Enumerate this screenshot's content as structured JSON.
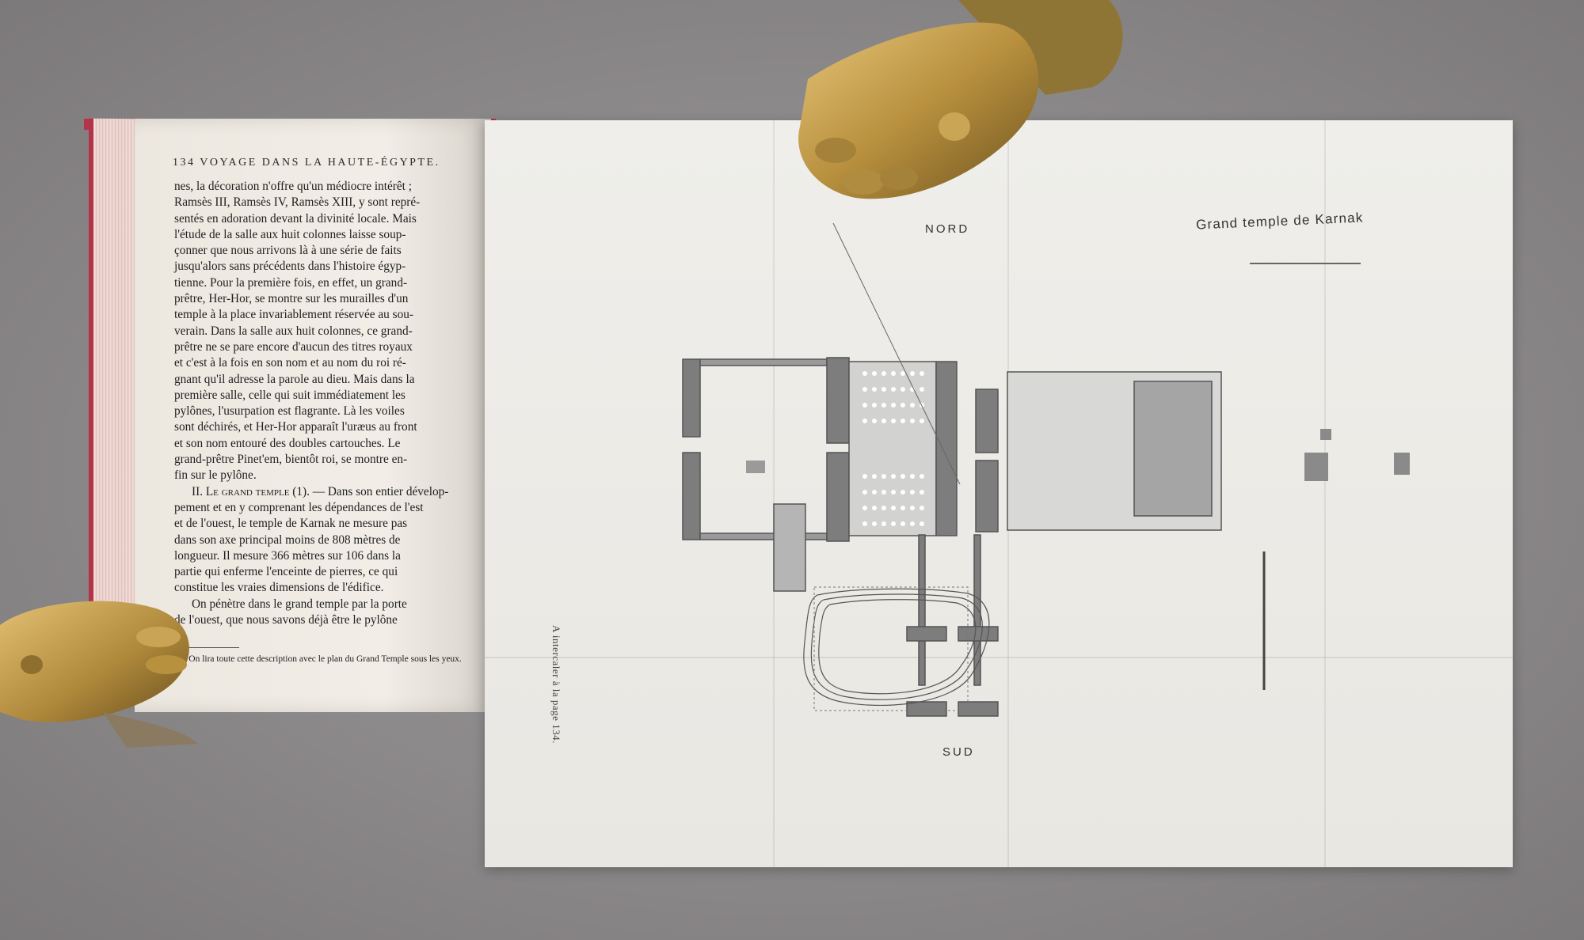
{
  "left_page": {
    "header": "134  VOYAGE DANS LA HAUTE-ÉGYPTE.",
    "lines": [
      "nes, la décoration n'offre qu'un médiocre intérêt ;",
      "Ramsès III, Ramsès IV, Ramsès XIII, y sont repré-",
      "sentés en adoration devant la divinité locale. Mais",
      "l'étude de la salle aux huit colonnes laisse soup-",
      "çonner que nous arrivons là à une série de faits",
      "jusqu'alors sans précédents dans l'histoire égyp-",
      "tienne. Pour la première fois, en effet, un grand-",
      "prêtre, Her-Hor, se montre sur les murailles d'un",
      "temple à la place invariablement réservée au sou-",
      "verain. Dans la salle aux huit colonnes, ce grand-",
      "prêtre ne se pare encore d'aucun des titres royaux",
      "et c'est à la fois en son nom et au nom du roi ré-",
      "gnant qu'il adresse la parole au dieu. Mais dans la",
      "première salle, celle qui suit immédiatement les",
      "pylônes, l'usurpation est flagrante. Là les voiles",
      "sont déchirés, et Her-Hor apparaît l'uræus au front",
      "et son nom entouré des doubles cartouches. Le",
      "grand-prêtre Pinet'em, bientôt roi, se montre en-",
      "fin sur le pylône."
    ],
    "section_title": "II. Le grand temple",
    "section_ref": " (1). — Dans son entier dévelop-",
    "section_lines": [
      "pement et en y comprenant les dépendances de l'est",
      "et de l'ouest, le temple de Karnak ne mesure pas",
      "dans son axe principal moins de 808 mètres de",
      "longueur. Il mesure 366 mètres sur 106 dans la",
      "partie qui enferme l'enceinte de pierres, ce qui",
      "constitue les vraies dimensions de l'édifice."
    ],
    "last_lines": [
      "On pénètre dans le grand temple par la porte",
      "de l'ouest, que nous savons déjà être le pylône"
    ],
    "footnote": "(1) On lira toute cette description avec le plan du Grand Temple sous les yeux."
  },
  "plan": {
    "title": "Grand temple de Karnak",
    "north_label": "NORD",
    "south_label": "SUD",
    "side_note": "A intercaler à la page 134."
  },
  "colors": {
    "paper": "#efeeea",
    "page": "#f2eee7",
    "ink": "#1f1f1f",
    "brass": "#b8903e",
    "cover": "#b3344a",
    "background": "#8a8788"
  }
}
